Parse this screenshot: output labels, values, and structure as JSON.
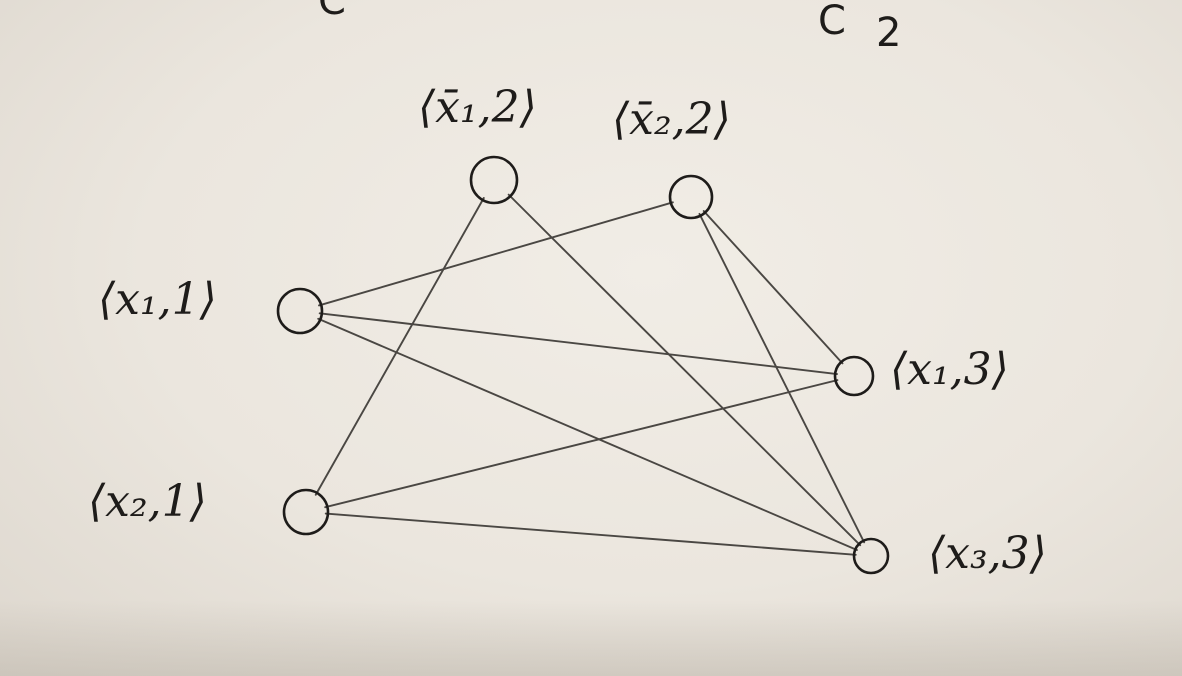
{
  "diagram": {
    "partial_labels": [
      "C",
      "C",
      "2"
    ],
    "nodes": [
      {
        "id": "n11",
        "label": "⟨x̄₁,2⟩"
      },
      {
        "id": "n21",
        "label": "⟨x̄₂,2⟩"
      },
      {
        "id": "n12",
        "label": "⟨x₁,1⟩"
      },
      {
        "id": "n22",
        "label": "⟨x₂,1⟩"
      },
      {
        "id": "n13",
        "label": "⟨x₁,3⟩"
      },
      {
        "id": "n33",
        "label": "⟨x₃,3⟩"
      }
    ],
    "edges": [
      [
        "n11",
        "n22"
      ],
      [
        "n11",
        "n33"
      ],
      [
        "n21",
        "n12"
      ],
      [
        "n21",
        "n13"
      ],
      [
        "n21",
        "n33"
      ],
      [
        "n12",
        "n13"
      ],
      [
        "n12",
        "n33"
      ],
      [
        "n22",
        "n13"
      ],
      [
        "n22",
        "n33"
      ]
    ]
  }
}
